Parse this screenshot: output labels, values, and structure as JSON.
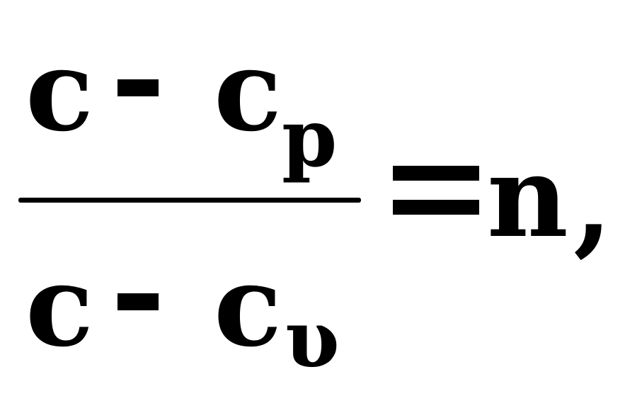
{
  "formula": {
    "numerator": {
      "term1": "c",
      "operator": "-",
      "term2": "c",
      "term2_subscript": "p"
    },
    "denominator": {
      "term1": "c",
      "operator": "-",
      "term2": "c",
      "term2_subscript": "υ"
    },
    "relation": "=",
    "rhs": "n",
    "trailing_punctuation": ","
  }
}
